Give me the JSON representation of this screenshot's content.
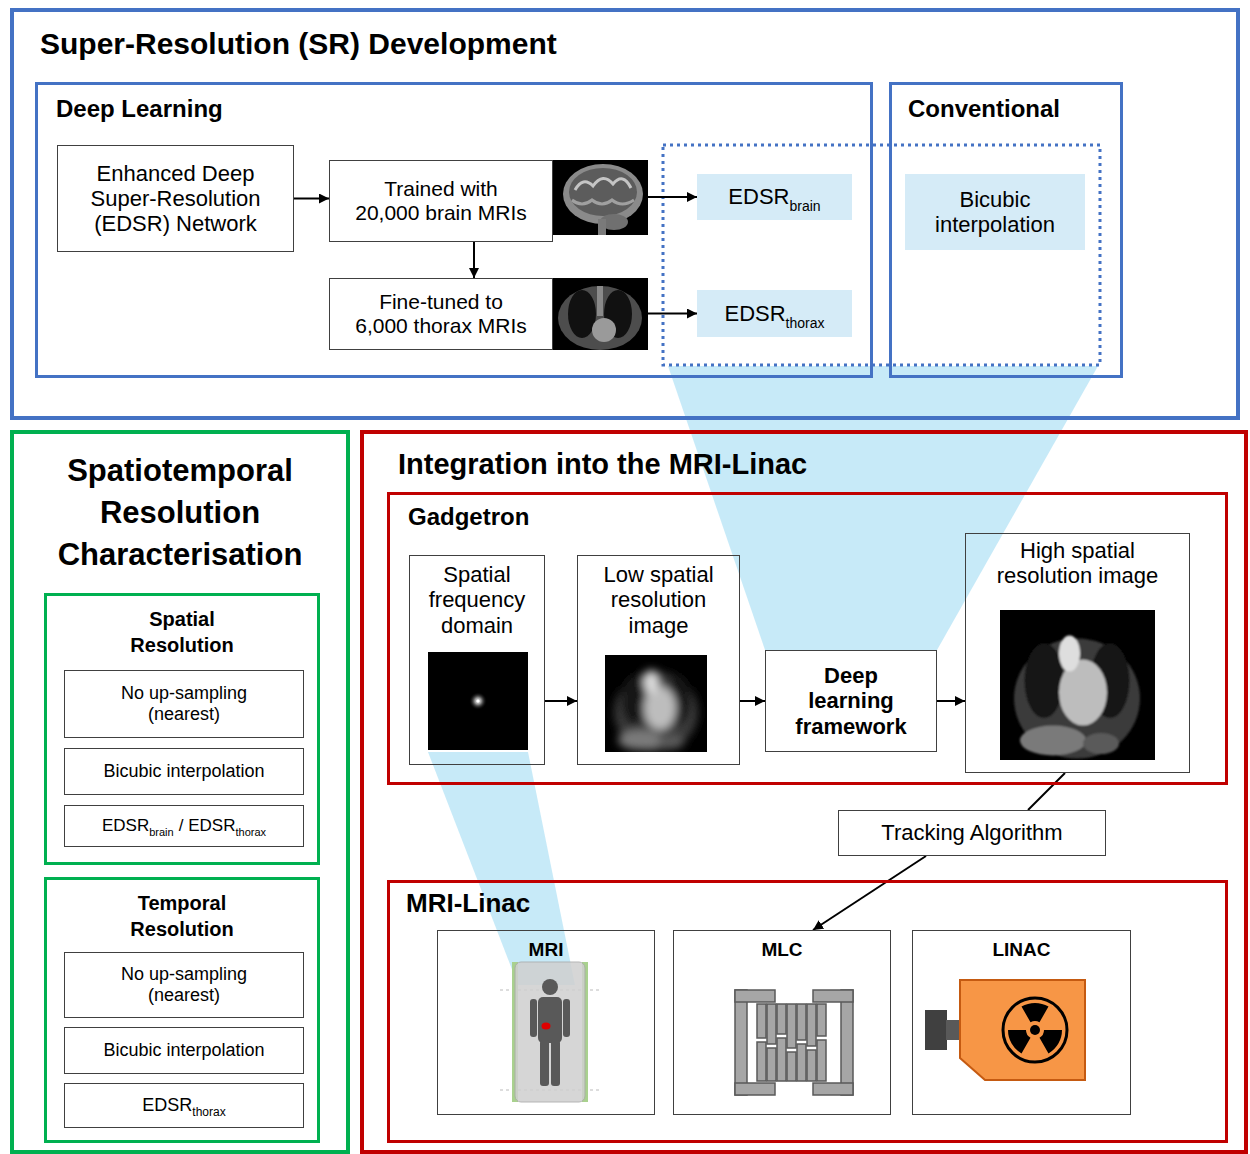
{
  "diagram": {
    "nodes": [
      {
        "text": [
          "Super-Resolution (SR) Development"
        ]
      },
      {
        "text": [
          "Deep Learning"
        ],
        "in": 0
      },
      {
        "text": [
          "Enhanced Deep Super-Resolution (EDSR) Network"
        ],
        "in": 1
      },
      {
        "text": [
          "Trained with 20,000 brain MRIs"
        ],
        "in": 1
      },
      {
        "text": [
          "EDSR",
          "brain"
        ],
        "in": 1
      },
      {
        "text": [
          "Fine-tuned to 6,000 thorax MRIs"
        ],
        "in": 1
      },
      {
        "text": [
          "EDSR",
          "thorax"
        ],
        "in": 1
      },
      {
        "text": [
          "Conventional"
        ],
        "in": 0
      },
      {
        "text": [
          "Bicubic interpolation"
        ],
        "in": 7
      },
      {
        "text": [
          "Spatiotemporal Resolution Characterisation"
        ]
      },
      {
        "text": [
          "Spatial Resolution"
        ],
        "in": 9
      },
      {
        "text": [
          "No up-sampling (nearest)"
        ],
        "in": 10
      },
      {
        "text": [
          "Bicubic interpolation"
        ],
        "in": 10
      },
      {
        "text": [
          "EDSR",
          "brain",
          "/ EDSR",
          "thorax"
        ],
        "in": 10
      },
      {
        "text": [
          "Temporal Resolution"
        ],
        "in": 9
      },
      {
        "text": [
          "No up-sampling (nearest)"
        ],
        "in": 14
      },
      {
        "text": [
          "Bicubic interpolation"
        ],
        "in": 14
      },
      {
        "text": [
          "EDSR",
          "thorax"
        ],
        "in": 14
      },
      {
        "text": [
          "Integration into the MRI-Linac"
        ]
      },
      {
        "text": [
          "Gadgetron"
        ],
        "in": 18
      },
      {
        "text": [
          "Spatial frequency domain"
        ],
        "in": 19
      },
      {
        "text": [
          "Low spatial resolution image"
        ],
        "in": 19
      },
      {
        "text": [
          "Deep learning framework"
        ],
        "in": 19
      },
      {
        "text": [
          "High spatial resolution image"
        ],
        "in": 19
      },
      {
        "text": [
          "Tracking Algorithm"
        ],
        "in": 18
      },
      {
        "text": [
          "MRI-Linac"
        ],
        "in": 18
      },
      {
        "text": [
          "MRI"
        ],
        "in": 25
      },
      {
        "text": [
          "MLC"
        ],
        "in": 25
      },
      {
        "text": [
          "LINAC"
        ],
        "in": 25
      }
    ],
    "edges": [
      {
        "from": 2,
        "to": 3,
        "arrow": "to"
      },
      {
        "from": 3,
        "to": 4,
        "arrow": "to"
      },
      {
        "from": 3,
        "to": 5,
        "arrow": "to"
      },
      {
        "from": 5,
        "to": 6,
        "arrow": "to"
      },
      {
        "from": 20,
        "to": 21,
        "arrow": "to"
      },
      {
        "from": 21,
        "to": 22,
        "arrow": "to"
      },
      {
        "from": 22,
        "to": 23,
        "arrow": "to"
      },
      {
        "from": 23,
        "to": 24,
        "arrow": "none"
      },
      {
        "from": 24,
        "to": 27,
        "arrow": "to"
      }
    ]
  }
}
